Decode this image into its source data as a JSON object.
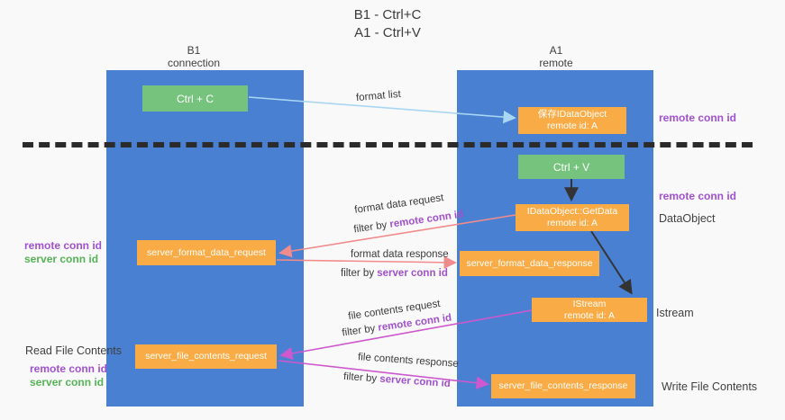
{
  "title": {
    "line1": "B1 - Ctrl+C",
    "line2": "A1 - Ctrl+V"
  },
  "lanes": {
    "left": {
      "title": "B1",
      "subtitle": "connection"
    },
    "right": {
      "title": "A1",
      "subtitle": "remote"
    }
  },
  "boxes": {
    "ctrl_c": {
      "label": "Ctrl + C"
    },
    "save_idataobject": {
      "line1": "保存IDataObject",
      "line2": "remote id: A"
    },
    "ctrl_v": {
      "label": "Ctrl + V"
    },
    "getdata": {
      "line1": "IDataObject::GetData",
      "line2": "remote id: A"
    },
    "server_format_data_request": {
      "label": "server_format_data_request"
    },
    "server_format_data_response": {
      "label": "server_format_data_response"
    },
    "istream": {
      "line1": "IStream",
      "line2": "remote id: A"
    },
    "server_file_contents_request": {
      "label": "server_file_contents_request"
    },
    "server_file_contents_response": {
      "label": "server_file_contents_response"
    }
  },
  "flow_labels": {
    "format_list": "format list",
    "format_data_request": "format data request",
    "format_data_request_filter": {
      "prefix": "filter by ",
      "id": "remote conn id"
    },
    "format_data_response": "format data response",
    "format_data_response_filter": {
      "prefix": "filter by ",
      "id": "server conn id"
    },
    "file_contents_request": "file contents request",
    "file_contents_request_filter": {
      "prefix": "filter by ",
      "id": "remote conn id"
    },
    "file_contents_response": "file contents response",
    "file_contents_response_filter": {
      "prefix": "filter by ",
      "id": "server conn id"
    }
  },
  "side_labels": {
    "right_remote_conn_id_1": "remote conn id",
    "right_remote_conn_id_2": "remote conn id",
    "right_dataobject": "DataObject",
    "right_istream": "Istream",
    "right_write_file_contents": "Write File Contents",
    "left_remote_conn_id_1": "remote conn id",
    "left_server_conn_id_1": "server conn id",
    "left_read_file_contents": "Read File Contents",
    "left_remote_conn_id_2": "remote conn id",
    "left_server_conn_id_2": "server conn id"
  },
  "colors": {
    "lane_blue": "#4a80d2",
    "box_orange": "#f9ab45",
    "box_green": "#76c37d",
    "arrow_light_blue": "#a9d6f2",
    "arrow_salmon": "#f28b8b",
    "arrow_magenta": "#ce58ce",
    "arrow_black": "#333333",
    "id_purple": "#a251ce",
    "id_green": "#55b455",
    "divider_dark": "#2b2b2b",
    "text_dark": "#3f3f3f"
  }
}
